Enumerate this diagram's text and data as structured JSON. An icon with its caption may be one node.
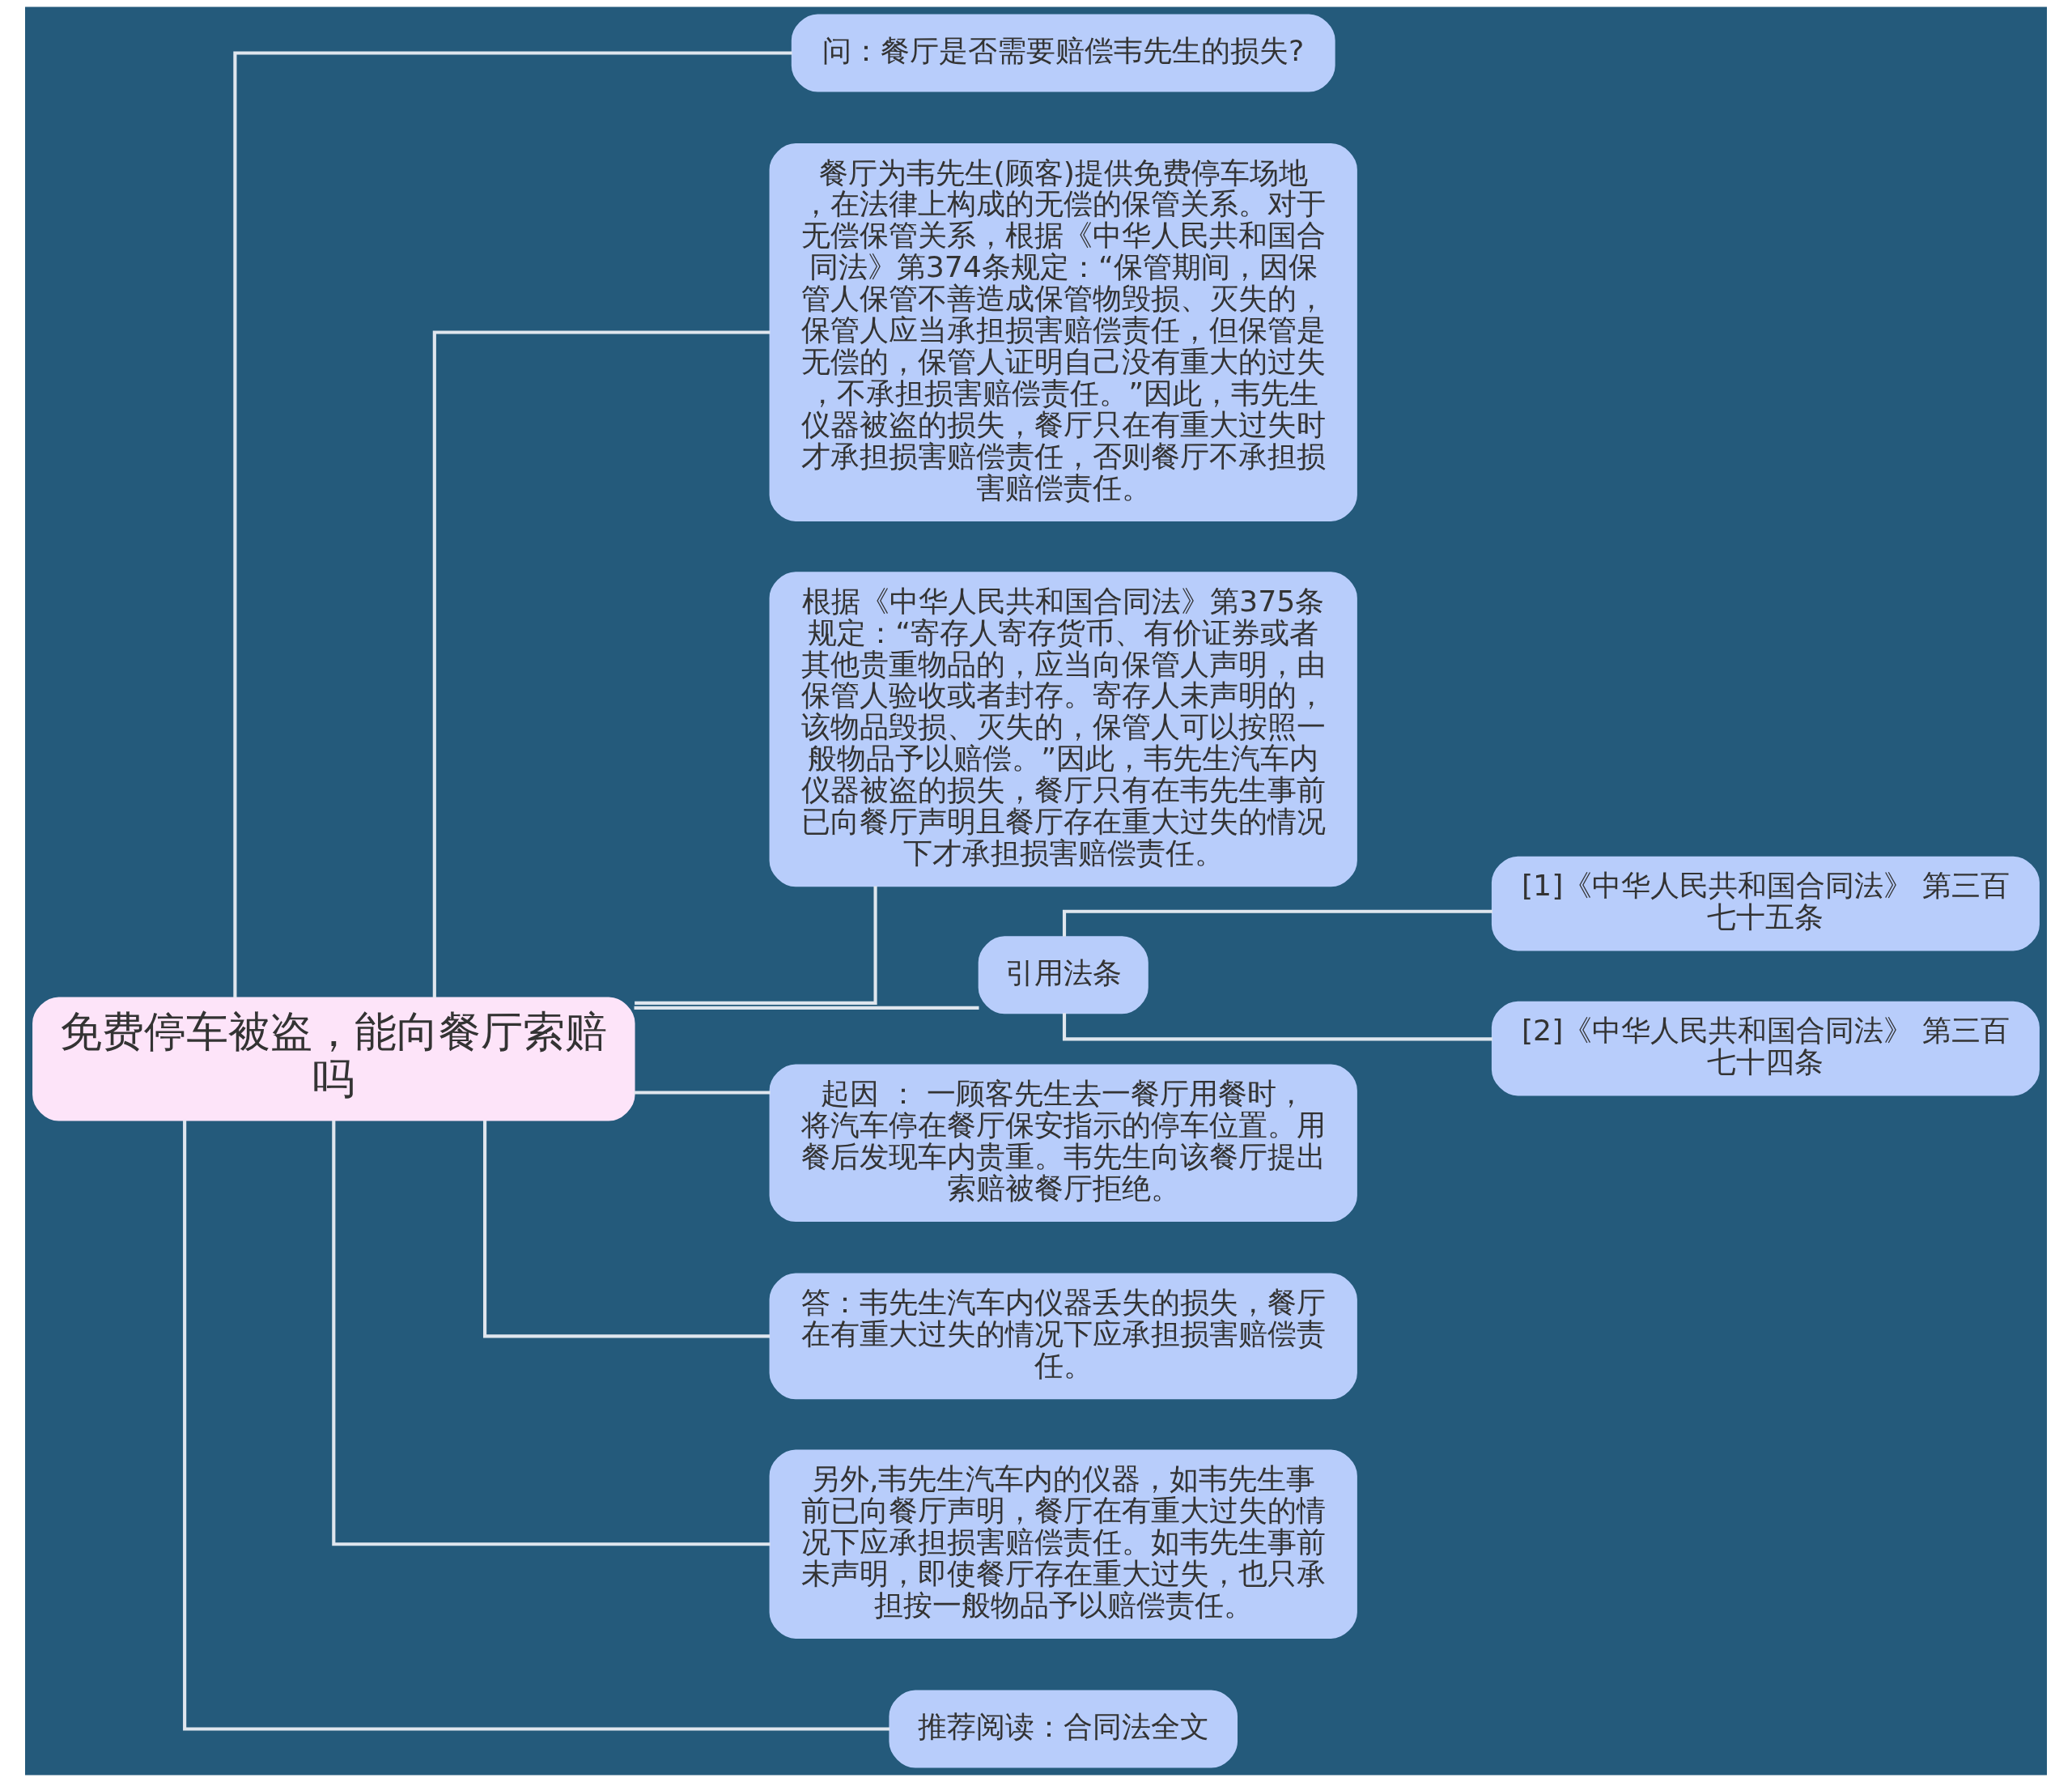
{
  "diagram": {
    "nodes": [
      {
        "text": [
          "免费停车被盗，能向餐厅索赔吗"
        ]
      },
      {
        "text": [
          "问：餐厅是否需要赔偿韦先生的损失?"
        ]
      },
      {
        "text": [
          "餐厅为韦先生(顾客)提供免费停车场地，在法律上构成的无偿的保管关系。对于无偿保管关系，根据《中华人民共和国合同法》第374条规定：“保管期间，因保管人保管不善造成保管物毁损、灭失的，保管人应当承担损害赔偿责任，但保管是无偿的，保管人证明自己没有重大的过失，不承担损害赔偿责任。”因此，韦先生仪器被盗的损失，餐厅只在有重大过失时才承担损害赔偿责任，否则餐厅不承担损害赔偿责任。"
        ]
      },
      {
        "text": [
          "根据《中华人民共和国合同法》第375条规定：“寄存人寄存货币、有价证券或者其他贵重物品的，应当向保管人声明，由保管人验收或者封存。寄存人未声明的，该物品毁损、灭失的，保管人可以按照一般物品予以赔偿。”因此，韦先生汽车内仪器被盗的损失，餐厅只有在韦先生事前已向餐厅声明且餐厅存在重大过失的情况下才承担损害赔偿责任。"
        ]
      },
      {
        "text": [
          "引用法条"
        ]
      },
      {
        "text": [
          "[1]《中华人民共和国合同法》 第三百七十五条"
        ]
      },
      {
        "text": [
          "[2]《中华人民共和国合同法》 第三百七十四条"
        ]
      },
      {
        "text": [
          "起因 ： 一顾客先生去一餐厅用餐时，将汽车停在餐厅保安指示的停车位置。用餐后发现车内贵重。韦先生向该餐厅提出索赔被餐厅拒绝。"
        ]
      },
      {
        "text": [
          "答：韦先生汽车内仪器丢失的损失，餐厅在有重大过失的情况下应承担损害赔偿责任。"
        ]
      },
      {
        "text": [
          "另外,韦先生汽车内的仪器，如韦先生事前已向餐厅声明，餐厅在有重大过失的情况下应承担损害赔偿责任。如韦先生事前未声明，即使餐厅存在重大过失，也只承担按一般物品予以赔偿责任。"
        ]
      },
      {
        "text": [
          "推荐阅读：合同法全文"
        ]
      }
    ],
    "edges": [
      {
        "from": 0,
        "to": 1,
        "arrow": "none"
      },
      {
        "from": 0,
        "to": 2,
        "arrow": "none"
      },
      {
        "from": 0,
        "to": 3,
        "arrow": "none"
      },
      {
        "from": 0,
        "to": 4,
        "arrow": "none"
      },
      {
        "from": 4,
        "to": 5,
        "arrow": "none"
      },
      {
        "from": 4,
        "to": 6,
        "arrow": "none"
      },
      {
        "from": 0,
        "to": 7,
        "arrow": "none"
      },
      {
        "from": 0,
        "to": 8,
        "arrow": "none"
      },
      {
        "from": 0,
        "to": 9,
        "arrow": "none"
      },
      {
        "from": 0,
        "to": 10,
        "arrow": "none"
      }
    ]
  }
}
